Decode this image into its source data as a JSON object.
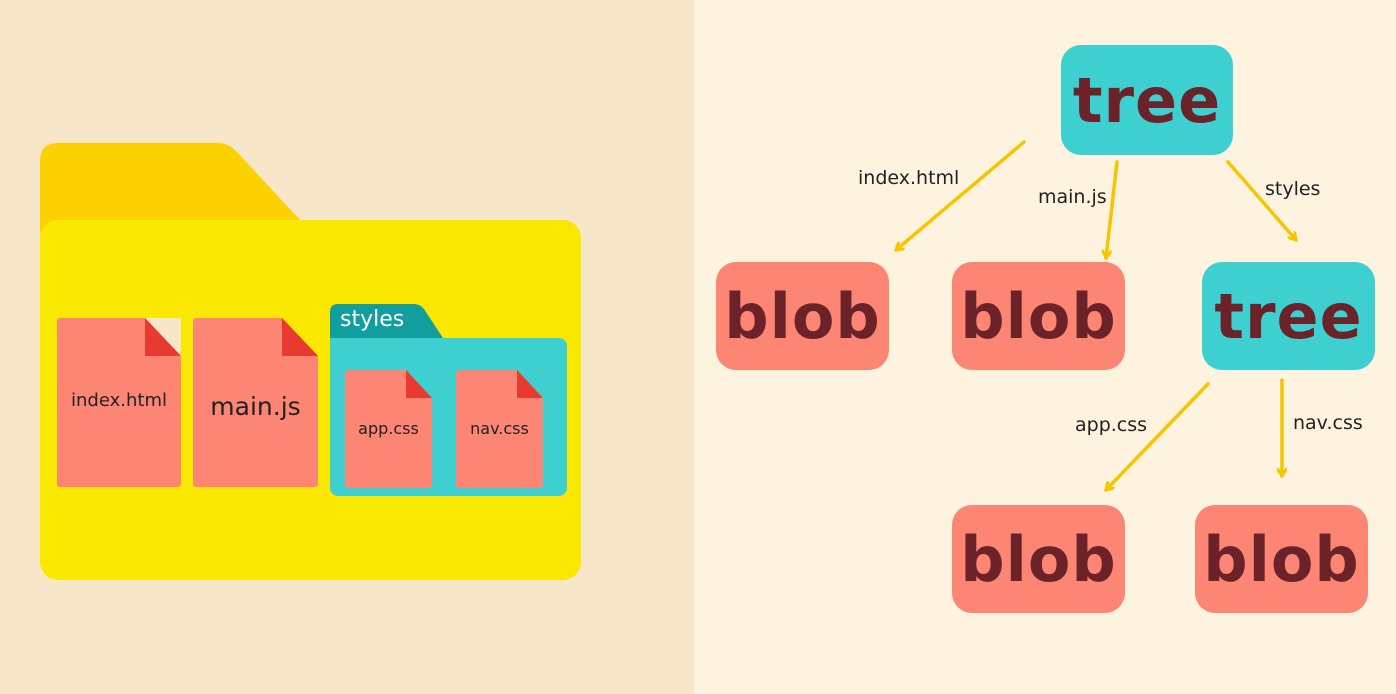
{
  "folder": {
    "files": [
      "index.html",
      "main.js"
    ],
    "subfolder": {
      "name": "styles",
      "files": [
        "app.css",
        "nav.css"
      ]
    }
  },
  "graph": {
    "root": "tree",
    "edges_root": [
      "index.html",
      "main.js",
      "styles"
    ],
    "children": [
      "blob",
      "blob",
      "tree"
    ],
    "edges_styles": [
      "app.css",
      "nav.css"
    ],
    "grandchildren": [
      "blob",
      "blob"
    ]
  },
  "colors": {
    "folder": "#fbe800",
    "folder_tab": "#fdd000",
    "file": "#fd8573",
    "file_corner": "#e83a30",
    "subfolder": "#3ecfd0",
    "subfolder_tab": "#129e9e",
    "node_text": "#6b2228",
    "arrow": "#f7c500"
  }
}
